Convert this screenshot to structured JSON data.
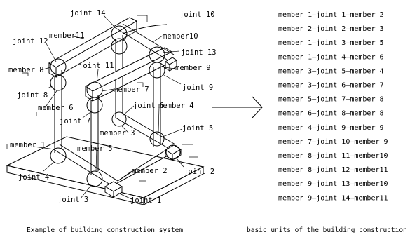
{
  "left_figure": {
    "caption": "Example of building construction system",
    "labels": {
      "joint_14": "joint 14",
      "joint_10": "joint 10",
      "joint_12": "joint 12",
      "member_11": "member11",
      "member_10": "member10",
      "joint_13": "joint 13",
      "member_8": "member 8",
      "joint_11": "joint 11",
      "member_9": "member 9",
      "joint_8": "joint 8",
      "member_7": "member 7",
      "joint_9": "joint 9",
      "member_6": "member 6",
      "joint_6": "joint 6",
      "member_4": "member 4",
      "joint_7": "joint 7",
      "member_3": "member 3",
      "joint_5": "joint 5",
      "member_1": "member 1",
      "member_5": "member 5",
      "joint_4": "joint 4",
      "member_2": "member 2",
      "joint_2": "joint 2",
      "joint_3": "joint 3",
      "joint_1": "joint 1"
    }
  },
  "right_table": {
    "caption": "basic units of the building construction",
    "rows": [
      "member 1—joint  1—member 2",
      "member 2—joint  2—member 3",
      "member 1—joint  3—member 5",
      "member 1—joint  4—member 6",
      "member 3—joint  5—member 4",
      "member 3—joint  6—member 7",
      "member 5—joint  7—member 8",
      "member 6—joint  8—member 8",
      "member 4—joint  9—member 9",
      "member 7—joint 10—member 9",
      "member 8—joint 11—member10",
      "member 8—joint 12—member11",
      "member 9—joint 13—member10",
      "member 9—joint 14—member11"
    ]
  }
}
